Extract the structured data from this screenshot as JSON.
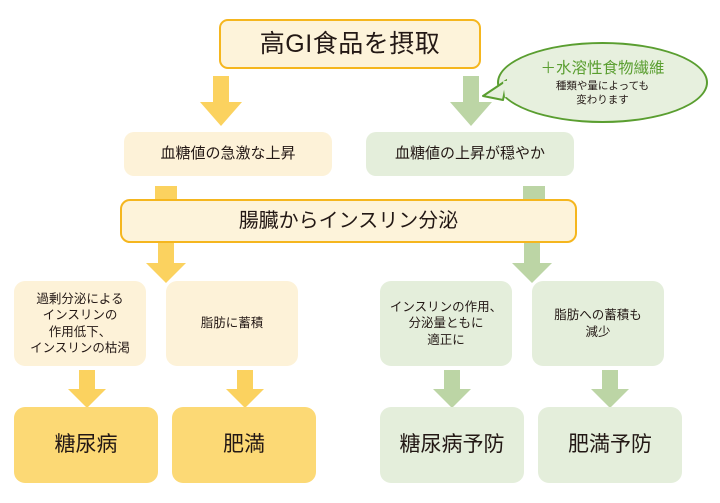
{
  "diagram": {
    "title": "高GI食品を摂取",
    "colors": {
      "yellow_border": "#f5b61e",
      "yellow_fill": "#fdf3da",
      "yellow_light": "#fdf2d8",
      "yellow_solid": "#fcd975",
      "yellow_arrow": "#fbd25f",
      "green_border": "#5a9e30",
      "green_fill": "#e4eedb",
      "green_bubble": "#e7f0de",
      "green_arrow": "#bcd5a5",
      "text": "#231815"
    },
    "bubble": {
      "heading": "＋水溶性食物繊維",
      "note": "種類や量によっても\n変わります"
    },
    "row2": {
      "left": "血糖値の急激な上昇",
      "right": "血糖値の上昇が穏やか"
    },
    "insulin": "腸臓からインスリン分泌",
    "row3": {
      "a": "過剰分泌による\nインスリンの\n作用低下、\nインスリンの枯渇",
      "b": "脂肪に蓄積",
      "c": "インスリンの作用、\n分泌量ともに\n適正に",
      "d": "脂肪への蓄積も\n減少"
    },
    "row4": {
      "a": "糖尿病",
      "b": "肥満",
      "c": "糖尿病予防",
      "d": "肥満予防"
    }
  }
}
